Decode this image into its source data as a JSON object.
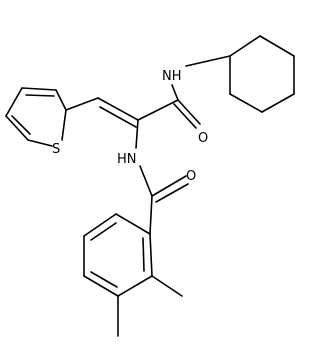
{
  "molecule": {
    "atom_labels": {
      "nh_amide_top": "NH",
      "o_amide_top": "O",
      "hn_amide_mid": "HN",
      "o_benzamide": "O",
      "s_thiophene": "S"
    },
    "colors": {
      "bond": "#000000",
      "text": "#000000",
      "background": "#ffffff"
    }
  }
}
